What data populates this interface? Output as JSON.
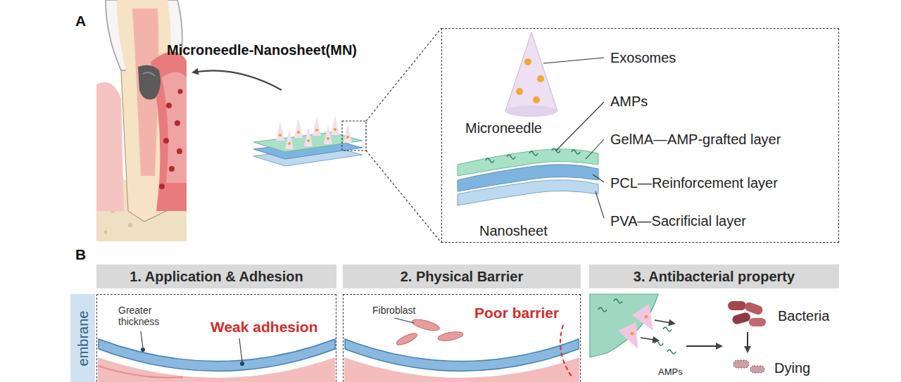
{
  "diagram": {
    "nodes": [
      {
        "text": [
          "Exosomes",
          "Microneedle",
          "AMPs",
          "GelMA—AMP-grafted layer",
          "PCL—Reinforcement layer",
          "PVA—Sacrificial layer",
          "Nanosheet"
        ]
      },
      {
        "text": [
          "1. Application & Adhesion"
        ]
      },
      {
        "text": [
          "2. Physical Barrier"
        ]
      },
      {
        "text": [
          "3. Antibacterial property"
        ]
      },
      {
        "text": [
          "embrane"
        ]
      },
      {
        "text": [
          "Greater thickness",
          "Weak adhesion"
        ]
      },
      {
        "text": [
          "Fibroblast",
          "Poor barrier"
        ]
      }
    ],
    "labels": [
      "A",
      "Microneedle-Nanosheet(MN)",
      "B",
      "Bacteria",
      "AMPs",
      "Dying"
    ]
  }
}
